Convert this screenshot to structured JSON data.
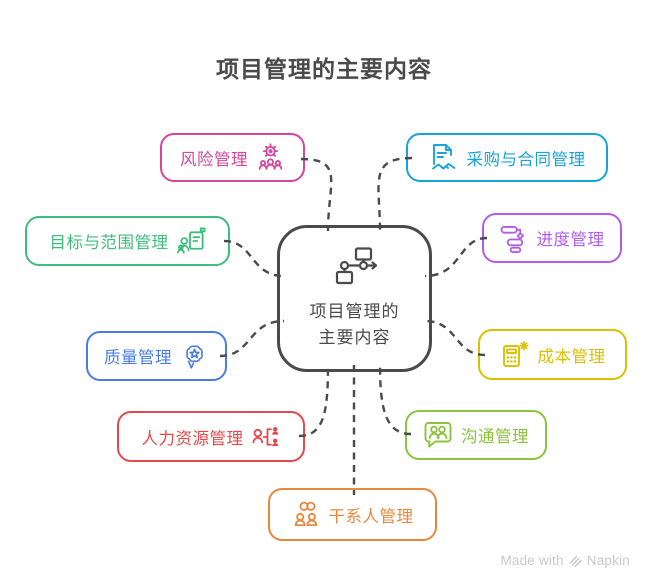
{
  "title": "项目管理的主要内容",
  "center": {
    "label_line1": "项目管理的",
    "label_line2": "主要内容",
    "icon": "flowchart-icon"
  },
  "nodes": [
    {
      "label": "风险管理",
      "color": "#d6459e",
      "icon": "gear-people-icon",
      "icon_side": "right"
    },
    {
      "label": "采购与合同管理",
      "color": "#18a3dc",
      "icon": "contract-handshake-icon",
      "icon_side": "left"
    },
    {
      "label": "目标与范围管理",
      "color": "#3dbe7c",
      "icon": "presentation-board-icon",
      "icon_side": "right"
    },
    {
      "label": "进度管理",
      "color": "#b05ee9",
      "icon": "gantt-milestone-icon",
      "icon_side": "left"
    },
    {
      "label": "质量管理",
      "color": "#4a7ce6",
      "icon": "badge-star-icon",
      "icon_side": "right"
    },
    {
      "label": "成本管理",
      "color": "#d9c100",
      "icon": "calculator-gear-icon",
      "icon_side": "left"
    },
    {
      "label": "人力资源管理",
      "color": "#e5484d",
      "icon": "org-chart-people-icon",
      "icon_side": "right"
    },
    {
      "label": "沟通管理",
      "color": "#8cc33c",
      "icon": "chat-people-icon",
      "icon_side": "left"
    },
    {
      "label": "干系人管理",
      "color": "#e8883c",
      "icon": "people-link-icon",
      "icon_side": "left"
    }
  ],
  "footer": {
    "text": "Made with",
    "brand": "Napkin"
  },
  "colors": {
    "text": "#4a4a4a",
    "connector": "#4a4a4a",
    "watermark": "#c9c9c9",
    "background": "#ffffff"
  }
}
